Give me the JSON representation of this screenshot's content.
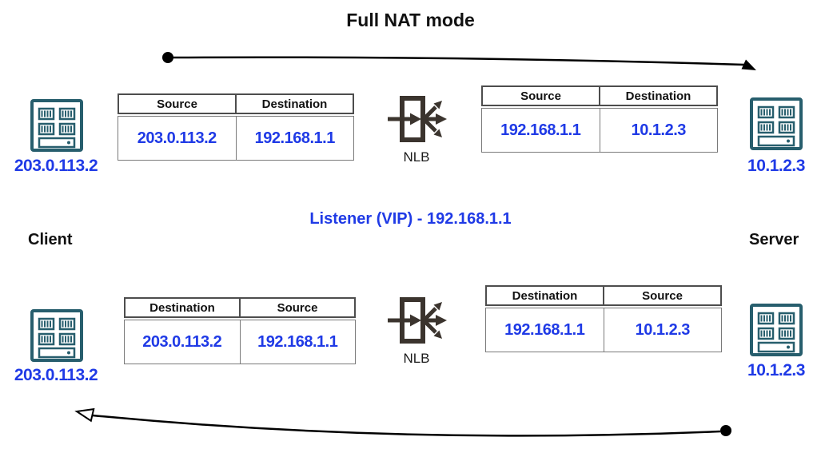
{
  "title": "Full NAT mode",
  "listener_label": "Listener (VIP) - 192.168.1.1",
  "client_label": "Client",
  "server_label": "Server",
  "colors": {
    "ip_blue": "#1f3ae6",
    "icon_teal": "#275e6d",
    "nlb_dark": "#3b342e",
    "table_border": "#4d4d4d",
    "arrow_black": "#000000"
  },
  "top": {
    "client_ip": "203.0.113.2",
    "server_ip": "10.1.2.3",
    "nlb_label": "NLB",
    "request_table_left": {
      "headers": [
        "Source",
        "Destination"
      ],
      "values": [
        "203.0.113.2",
        "192.168.1.1"
      ]
    },
    "request_table_right": {
      "headers": [
        "Source",
        "Destination"
      ],
      "values": [
        "192.168.1.1",
        "10.1.2.3"
      ]
    }
  },
  "bottom": {
    "client_ip": "203.0.113.2",
    "server_ip": "10.1.2.3",
    "nlb_label": "NLB",
    "response_table_left": {
      "headers": [
        "Destination",
        "Source"
      ],
      "values": [
        "203.0.113.2",
        "192.168.1.1"
      ]
    },
    "response_table_right": {
      "headers": [
        "Destination",
        "Source"
      ],
      "values": [
        "192.168.1.1",
        "10.1.2.3"
      ]
    }
  }
}
